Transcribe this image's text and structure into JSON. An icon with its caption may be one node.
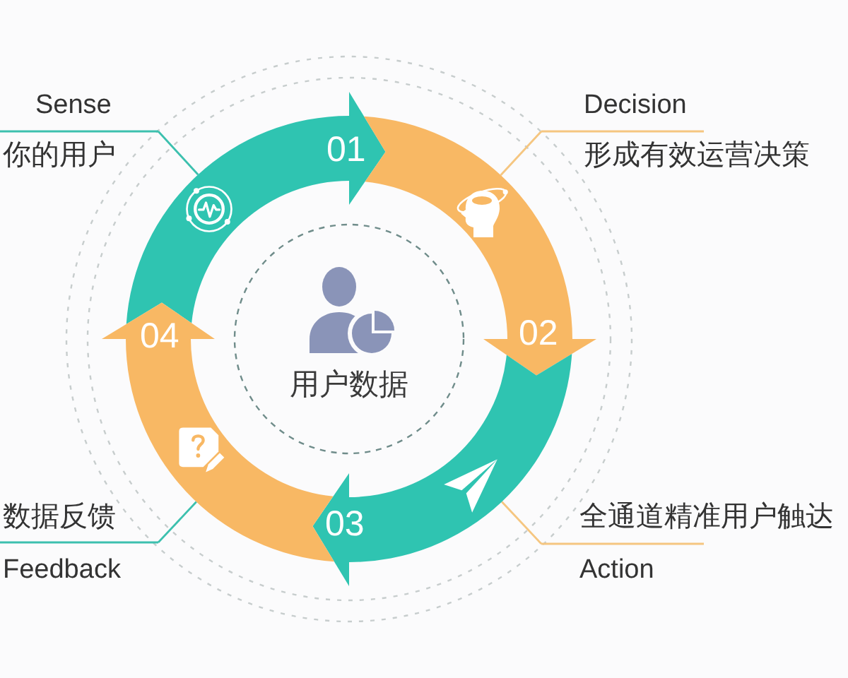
{
  "diagram": {
    "nodes": [
      {
        "text": [
          "Sense",
          "你的用户"
        ]
      },
      {
        "text": [
          "Decision",
          "形成有效运营决策"
        ]
      },
      {
        "text": [
          "01"
        ]
      },
      {
        "text": [
          "02"
        ]
      },
      {
        "text": [
          "03"
        ]
      },
      {
        "text": [
          "04"
        ]
      },
      {
        "text": [
          "用户数据"
        ]
      },
      {
        "text": [
          "数据反馈",
          "Feedback"
        ]
      },
      {
        "text": [
          "全通道精准用户触达",
          "Action"
        ]
      }
    ],
    "edges": [
      {
        "from": 0,
        "to": 2,
        "arrow": "none"
      },
      {
        "from": 1,
        "to": 3,
        "arrow": "none",
        "color": "#f5c680"
      },
      {
        "from": 8,
        "to": 4,
        "arrow": "none",
        "color": "#f5c680"
      },
      {
        "from": 7,
        "to": 5,
        "arrow": "none"
      }
    ]
  }
}
